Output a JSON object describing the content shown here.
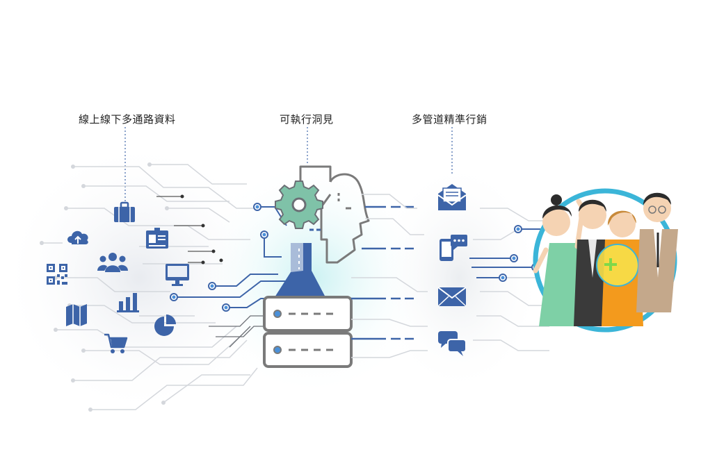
{
  "labels": {
    "data_sources": "線上線下多通路資料",
    "insights": "可執行洞見",
    "marketing": "多管道精準行銷"
  },
  "icons": {
    "left": [
      "briefcase-icon",
      "cloud-upload-icon",
      "id-card-icon",
      "users-icon",
      "qr-code-icon",
      "monitor-icon",
      "map-icon",
      "bar-chart-icon",
      "pie-chart-icon",
      "shopping-cart-icon"
    ],
    "right": [
      "email-open-icon",
      "mobile-chat-icon",
      "envelope-icon",
      "chat-bubbles-icon"
    ]
  },
  "colors": {
    "primary_blue": "#3d64a8",
    "node_blue": "#4a90d9",
    "teal_gear": "#7fc2a8",
    "outline_gray": "#7a7a7a",
    "circle_ring": "#3bb5d8"
  }
}
